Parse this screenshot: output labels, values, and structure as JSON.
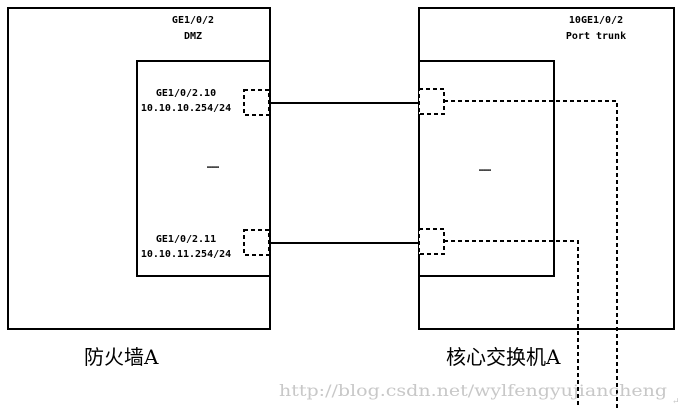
{
  "firewall": {
    "label": "防火墙A",
    "port_name": "GE1/0/2",
    "port_zone": "DMZ",
    "subif_1": {
      "name": "GE1/0/2.10",
      "ip": "10.10.10.254/24"
    },
    "subif_2": {
      "name": "GE1/0/2.11",
      "ip": "10.10.11.254/24"
    },
    "ellipsis": "……"
  },
  "switch": {
    "label": "核心交换机A",
    "port_name": "10GE1/0/2",
    "port_mode": "Port trunk",
    "ellipsis": "……"
  },
  "watermark": "http://blog.csdn.net/wylfengyujiancheng",
  "corner_mark": "↵"
}
